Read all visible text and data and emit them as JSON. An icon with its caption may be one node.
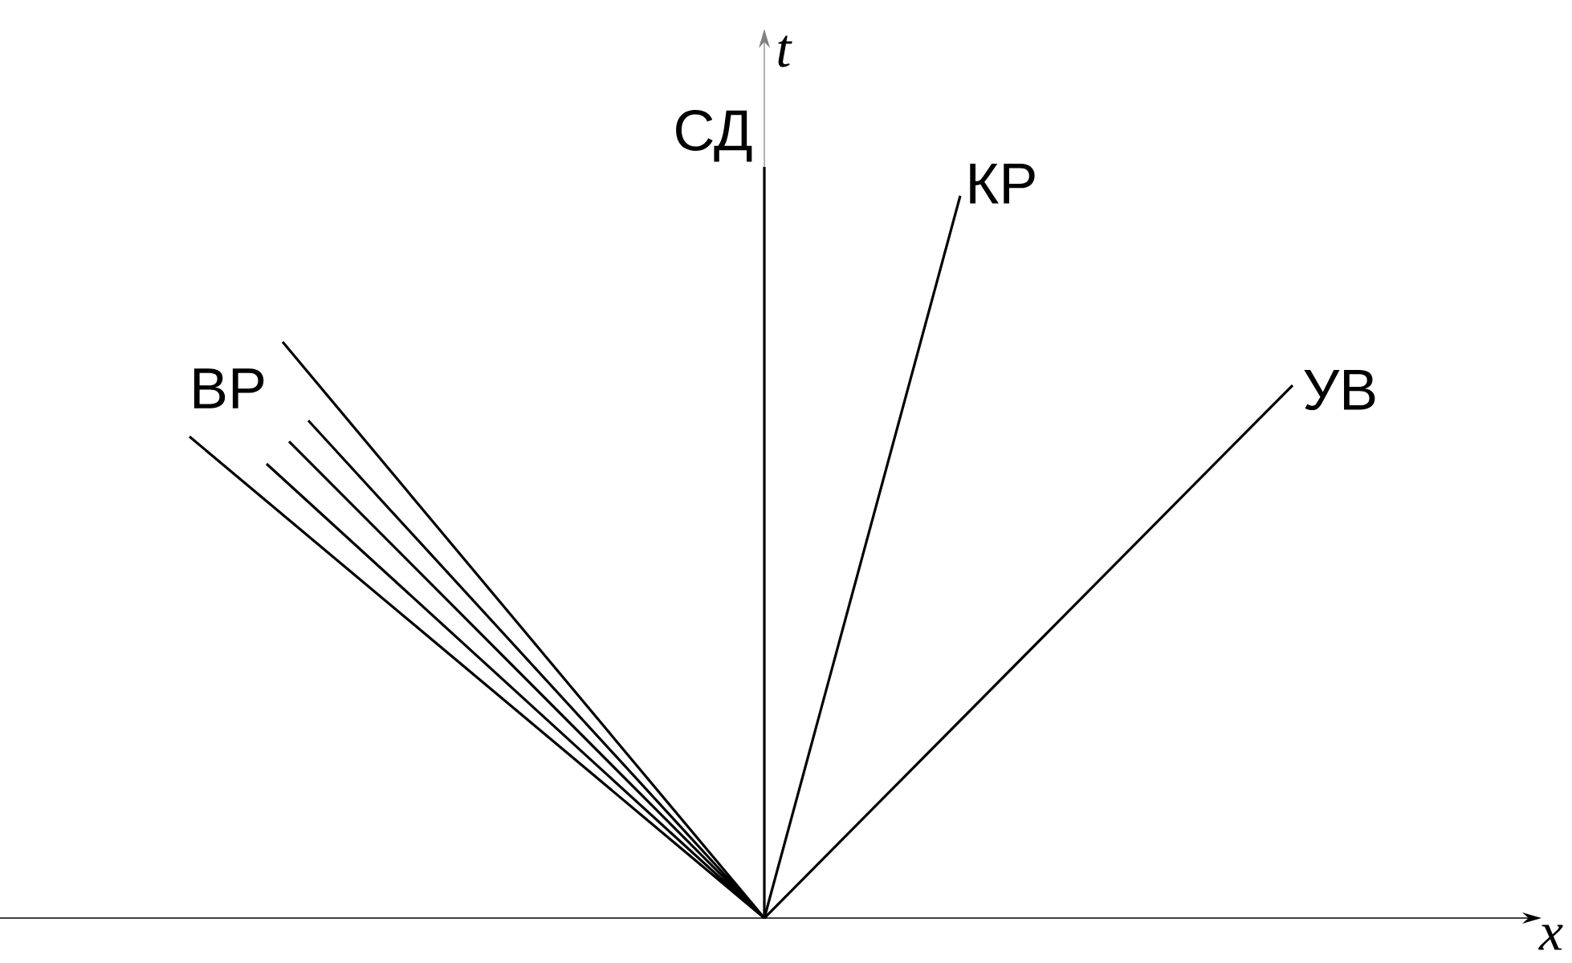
{
  "diagram": {
    "labels": [
      "t",
      "СД",
      "КР",
      "ВР",
      "УВ",
      "x"
    ]
  }
}
